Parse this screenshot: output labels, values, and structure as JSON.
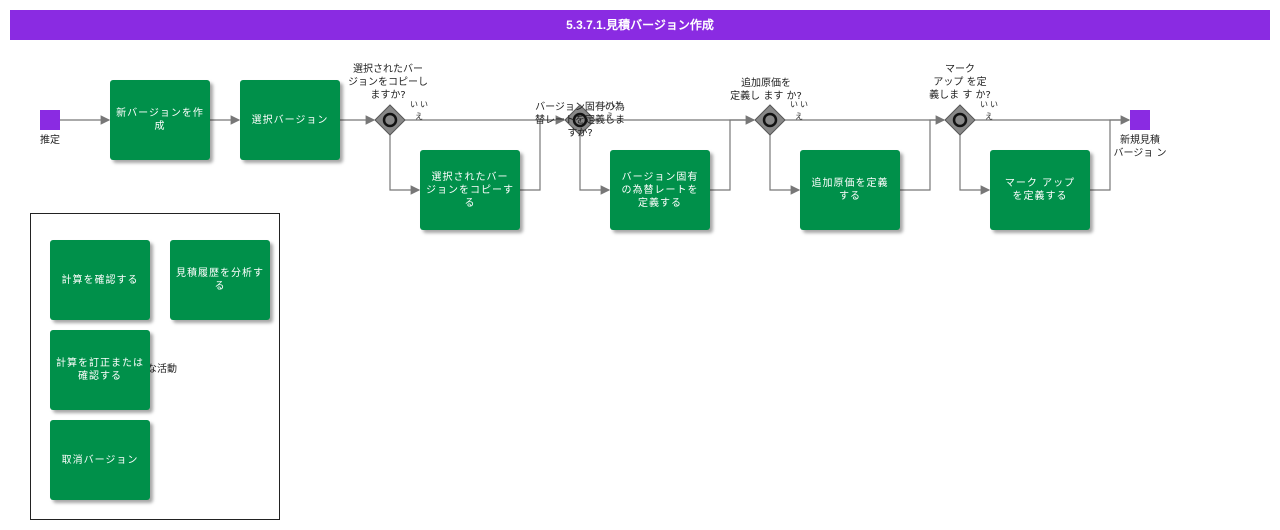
{
  "header": {
    "title": "5.3.7.1.見積バージョン作成"
  },
  "events": {
    "start_label": "推定",
    "end_label": "新規見積\nバージョ ン"
  },
  "tasks": {
    "create_new_version": "新バージョンを作\n成",
    "select_version": "選択バージョン",
    "copy_selected_version": "選択されたバー\nジョンをコピーす\nる",
    "define_version_fx_rate": "バージョン固有\nの為替レートを\n定義する",
    "define_additional_cost": "追加原価を定義\nする",
    "define_markup": "マーク アップ\nを定義する"
  },
  "gateways": {
    "g1_question": "選択されたバー\nジョンをコピーし\nますか?",
    "g1_no": "いい\nえ",
    "g2_question": "バージョン固有の為\n替レートを定義しま\nすか?",
    "g2_no": "いい\nえ",
    "g3_question": "追加原価を\n定義し ます か?",
    "g3_no": "いい\nえ",
    "g4_question": "マーク\nアップ を定\n義しま す か?",
    "g4_no": "いい\nえ"
  },
  "group": {
    "label": "な活動",
    "tasks": {
      "confirm_calculation": "計算を確認する",
      "analyze_estimate_history": "見積履歴を分析す\nる",
      "correct_or_confirm_calculation": "計算を訂正または\n確認する",
      "cancel_version": "取消バージョン"
    }
  },
  "colors": {
    "header": "#8a2be2",
    "task": "#00904a",
    "event": "#8a2be2",
    "gateway": "#888888",
    "edge": "#777777"
  }
}
